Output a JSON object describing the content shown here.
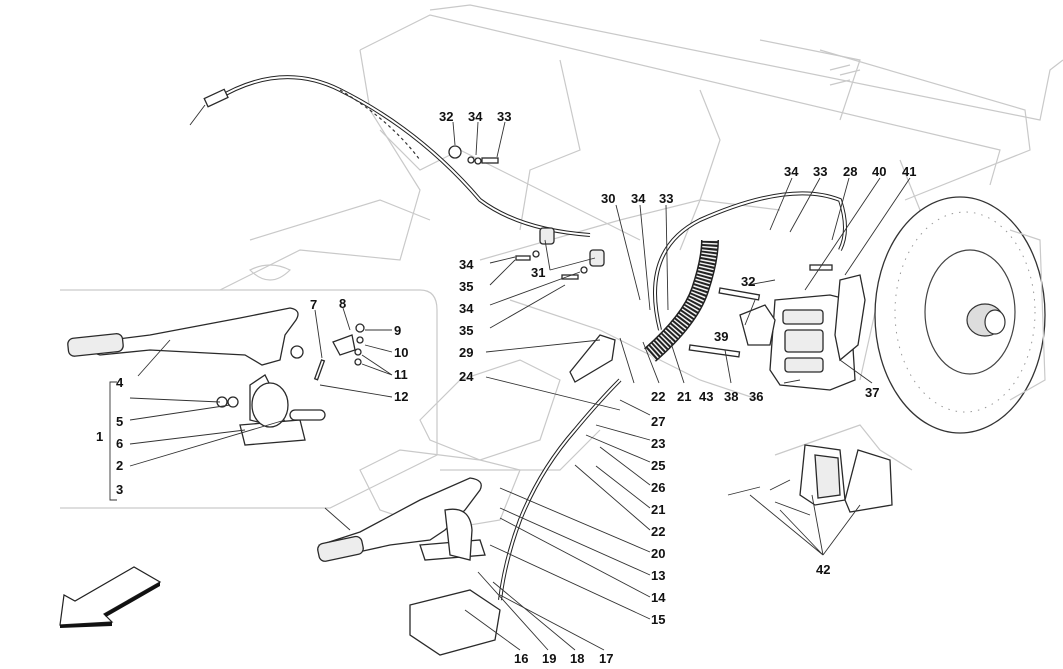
{
  "diagram": {
    "title": "Parking brake control and rear brake caliper exploded view",
    "orientation_icon": "front-direction-arrow",
    "labels": [
      {
        "id": "32a",
        "text": "32"
      },
      {
        "id": "34a",
        "text": "34"
      },
      {
        "id": "33a",
        "text": "33"
      },
      {
        "id": "34b",
        "text": "34"
      },
      {
        "id": "33b",
        "text": "33"
      },
      {
        "id": "28",
        "text": "28"
      },
      {
        "id": "40",
        "text": "40"
      },
      {
        "id": "41",
        "text": "41"
      },
      {
        "id": "30",
        "text": "30"
      },
      {
        "id": "34c",
        "text": "34"
      },
      {
        "id": "33c",
        "text": "33"
      },
      {
        "id": "34d",
        "text": "34"
      },
      {
        "id": "31",
        "text": "31"
      },
      {
        "id": "35a",
        "text": "35"
      },
      {
        "id": "34e",
        "text": "34"
      },
      {
        "id": "35b",
        "text": "35"
      },
      {
        "id": "32b",
        "text": "32"
      },
      {
        "id": "39",
        "text": "39"
      },
      {
        "id": "29",
        "text": "29"
      },
      {
        "id": "24",
        "text": "24"
      },
      {
        "id": "22a",
        "text": "22"
      },
      {
        "id": "21a",
        "text": "21"
      },
      {
        "id": "43",
        "text": "43"
      },
      {
        "id": "38",
        "text": "38"
      },
      {
        "id": "36",
        "text": "36"
      },
      {
        "id": "37",
        "text": "37"
      },
      {
        "id": "27",
        "text": "27"
      },
      {
        "id": "23",
        "text": "23"
      },
      {
        "id": "25",
        "text": "25"
      },
      {
        "id": "26",
        "text": "26"
      },
      {
        "id": "21b",
        "text": "21"
      },
      {
        "id": "22b",
        "text": "22"
      },
      {
        "id": "20",
        "text": "20"
      },
      {
        "id": "13",
        "text": "13"
      },
      {
        "id": "14",
        "text": "14"
      },
      {
        "id": "15",
        "text": "15"
      },
      {
        "id": "16",
        "text": "16"
      },
      {
        "id": "19",
        "text": "19"
      },
      {
        "id": "18",
        "text": "18"
      },
      {
        "id": "17",
        "text": "17"
      },
      {
        "id": "42",
        "text": "42"
      },
      {
        "id": "7",
        "text": "7"
      },
      {
        "id": "8",
        "text": "8"
      },
      {
        "id": "9",
        "text": "9"
      },
      {
        "id": "10",
        "text": "10"
      },
      {
        "id": "11",
        "text": "11"
      },
      {
        "id": "12",
        "text": "12"
      },
      {
        "id": "4",
        "text": "4"
      },
      {
        "id": "5",
        "text": "5"
      },
      {
        "id": "6",
        "text": "6"
      },
      {
        "id": "1",
        "text": "1"
      },
      {
        "id": "2",
        "text": "2"
      },
      {
        "id": "3",
        "text": "3"
      }
    ],
    "inset_group": {
      "label": "1",
      "members": [
        "2",
        "3",
        "4",
        "5",
        "6"
      ]
    }
  }
}
